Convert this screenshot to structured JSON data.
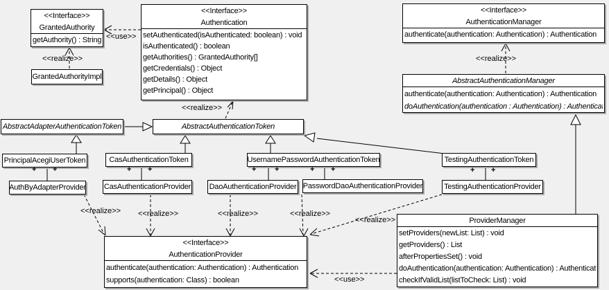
{
  "diagram": {
    "background_color": "#f0f0f0",
    "box_fill_color": "#ffffff",
    "line_color": "#000000",
    "shadow_color": "#a9a9a9"
  },
  "labels": {
    "realize": "<<realize>>",
    "use": "<<use>>",
    "plus": "+"
  },
  "classes": {
    "granted_authority": {
      "stereotype": "<<Interface>>",
      "name": "GrantedAuthority",
      "methods": [
        "getAuthority() : String"
      ]
    },
    "granted_authority_impl": {
      "name": "GrantedAuthorityImpl"
    },
    "authentication": {
      "stereotype": "<<Interface>>",
      "name": "Authentication",
      "methods": [
        "setAuthenticated(isAuthenticated: boolean) : void",
        "isAuthenticated() : boolean",
        "getAuthorities() : GrantedAuthority[]",
        "getCredentials() : Object",
        "getDetails() : Object",
        "getPrincipal() : Object"
      ]
    },
    "authentication_manager": {
      "stereotype": "<<Interface>>",
      "name": "AuthenticationManager",
      "methods": [
        "authenticate(authentication: Authentication) : Authentication"
      ]
    },
    "abstract_authentication_manager": {
      "name": "AbstractAuthenticationManager",
      "methods": [
        "authenticate(authentication: Authentication) : Authentication",
        "doAuthentication(authentication : Authentication) : Authentication"
      ]
    },
    "abstract_adapter_authentication_token": {
      "name": "AbstractAdapterAuthenticationToken"
    },
    "abstract_authentication_token": {
      "name": "AbstractAuthenticationToken"
    },
    "principal_acegi_user_token": {
      "name": "PrincipalAcegiUserToken"
    },
    "cas_authentication_token": {
      "name": "CasAuthenticationToken"
    },
    "username_password_authentication_token": {
      "name": "UsernamePasswordAuthenticationToken"
    },
    "testing_authentication_token": {
      "name": "TestingAuthenticationToken"
    },
    "auth_by_adapter_provider": {
      "name": "AuthByAdapterProvider"
    },
    "cas_authentication_provider": {
      "name": "CasAuthenticationProvider"
    },
    "dao_authentication_provider": {
      "name": "DaoAuthenticationProvider"
    },
    "password_dao_authentication_provider": {
      "name": "PasswordDaoAuthenticationProvider"
    },
    "testing_authentication_provider": {
      "name": "TestingAuthenticationProvider"
    },
    "authentication_provider": {
      "stereotype": "<<Interface>>",
      "name": "AuthenticationProvider",
      "methods": [
        "authenticate(authentication: Authentication) : Authentication",
        "supports(authentication: Class) : boolean"
      ]
    },
    "provider_manager": {
      "name": "ProviderManager",
      "methods": [
        "setProviders(newList: List) : void",
        "getProviders() : List",
        "afterPropertiesSet() : void",
        "doAuthentication(authentication: Authentication) : Authentication",
        "checkIfValidList(listToCheck: List) : void"
      ]
    }
  },
  "relationships": [
    {
      "type": "use",
      "from": "Authentication",
      "to": "GrantedAuthority"
    },
    {
      "type": "realize",
      "from": "GrantedAuthorityImpl",
      "to": "GrantedAuthority"
    },
    {
      "type": "realize",
      "from": "AbstractAuthenticationToken",
      "to": "Authentication"
    },
    {
      "type": "realize",
      "from": "AbstractAuthenticationManager",
      "to": "AuthenticationManager"
    },
    {
      "type": "generalization",
      "from": "AbstractAdapterAuthenticationToken",
      "to": "AbstractAuthenticationToken"
    },
    {
      "type": "generalization",
      "from": "PrincipalAcegiUserToken",
      "to": "AbstractAdapterAuthenticationToken"
    },
    {
      "type": "generalization",
      "from": "CasAuthenticationToken",
      "to": "AbstractAuthenticationToken"
    },
    {
      "type": "generalization",
      "from": "UsernamePasswordAuthenticationToken",
      "to": "AbstractAuthenticationToken"
    },
    {
      "type": "generalization",
      "from": "TestingAuthenticationToken",
      "to": "AbstractAuthenticationToken"
    },
    {
      "type": "generalization",
      "from": "ProviderManager",
      "to": "AbstractAuthenticationManager"
    },
    {
      "type": "association",
      "from": "PrincipalAcegiUserToken",
      "to": "AuthByAdapterProvider"
    },
    {
      "type": "association",
      "from": "CasAuthenticationToken",
      "to": "CasAuthenticationProvider"
    },
    {
      "type": "association",
      "from": "UsernamePasswordAuthenticationToken",
      "to": "DaoAuthenticationProvider"
    },
    {
      "type": "association",
      "from": "UsernamePasswordAuthenticationToken",
      "to": "PasswordDaoAuthenticationProvider"
    },
    {
      "type": "association",
      "from": "TestingAuthenticationToken",
      "to": "TestingAuthenticationProvider"
    },
    {
      "type": "realize",
      "from": "AuthByAdapterProvider",
      "to": "AuthenticationProvider"
    },
    {
      "type": "realize",
      "from": "CasAuthenticationProvider",
      "to": "AuthenticationProvider"
    },
    {
      "type": "realize",
      "from": "DaoAuthenticationProvider",
      "to": "AuthenticationProvider"
    },
    {
      "type": "realize",
      "from": "PasswordDaoAuthenticationProvider",
      "to": "AuthenticationProvider"
    },
    {
      "type": "realize",
      "from": "TestingAuthenticationProvider",
      "to": "AuthenticationProvider"
    },
    {
      "type": "use",
      "from": "ProviderManager",
      "to": "AuthenticationProvider"
    }
  ]
}
